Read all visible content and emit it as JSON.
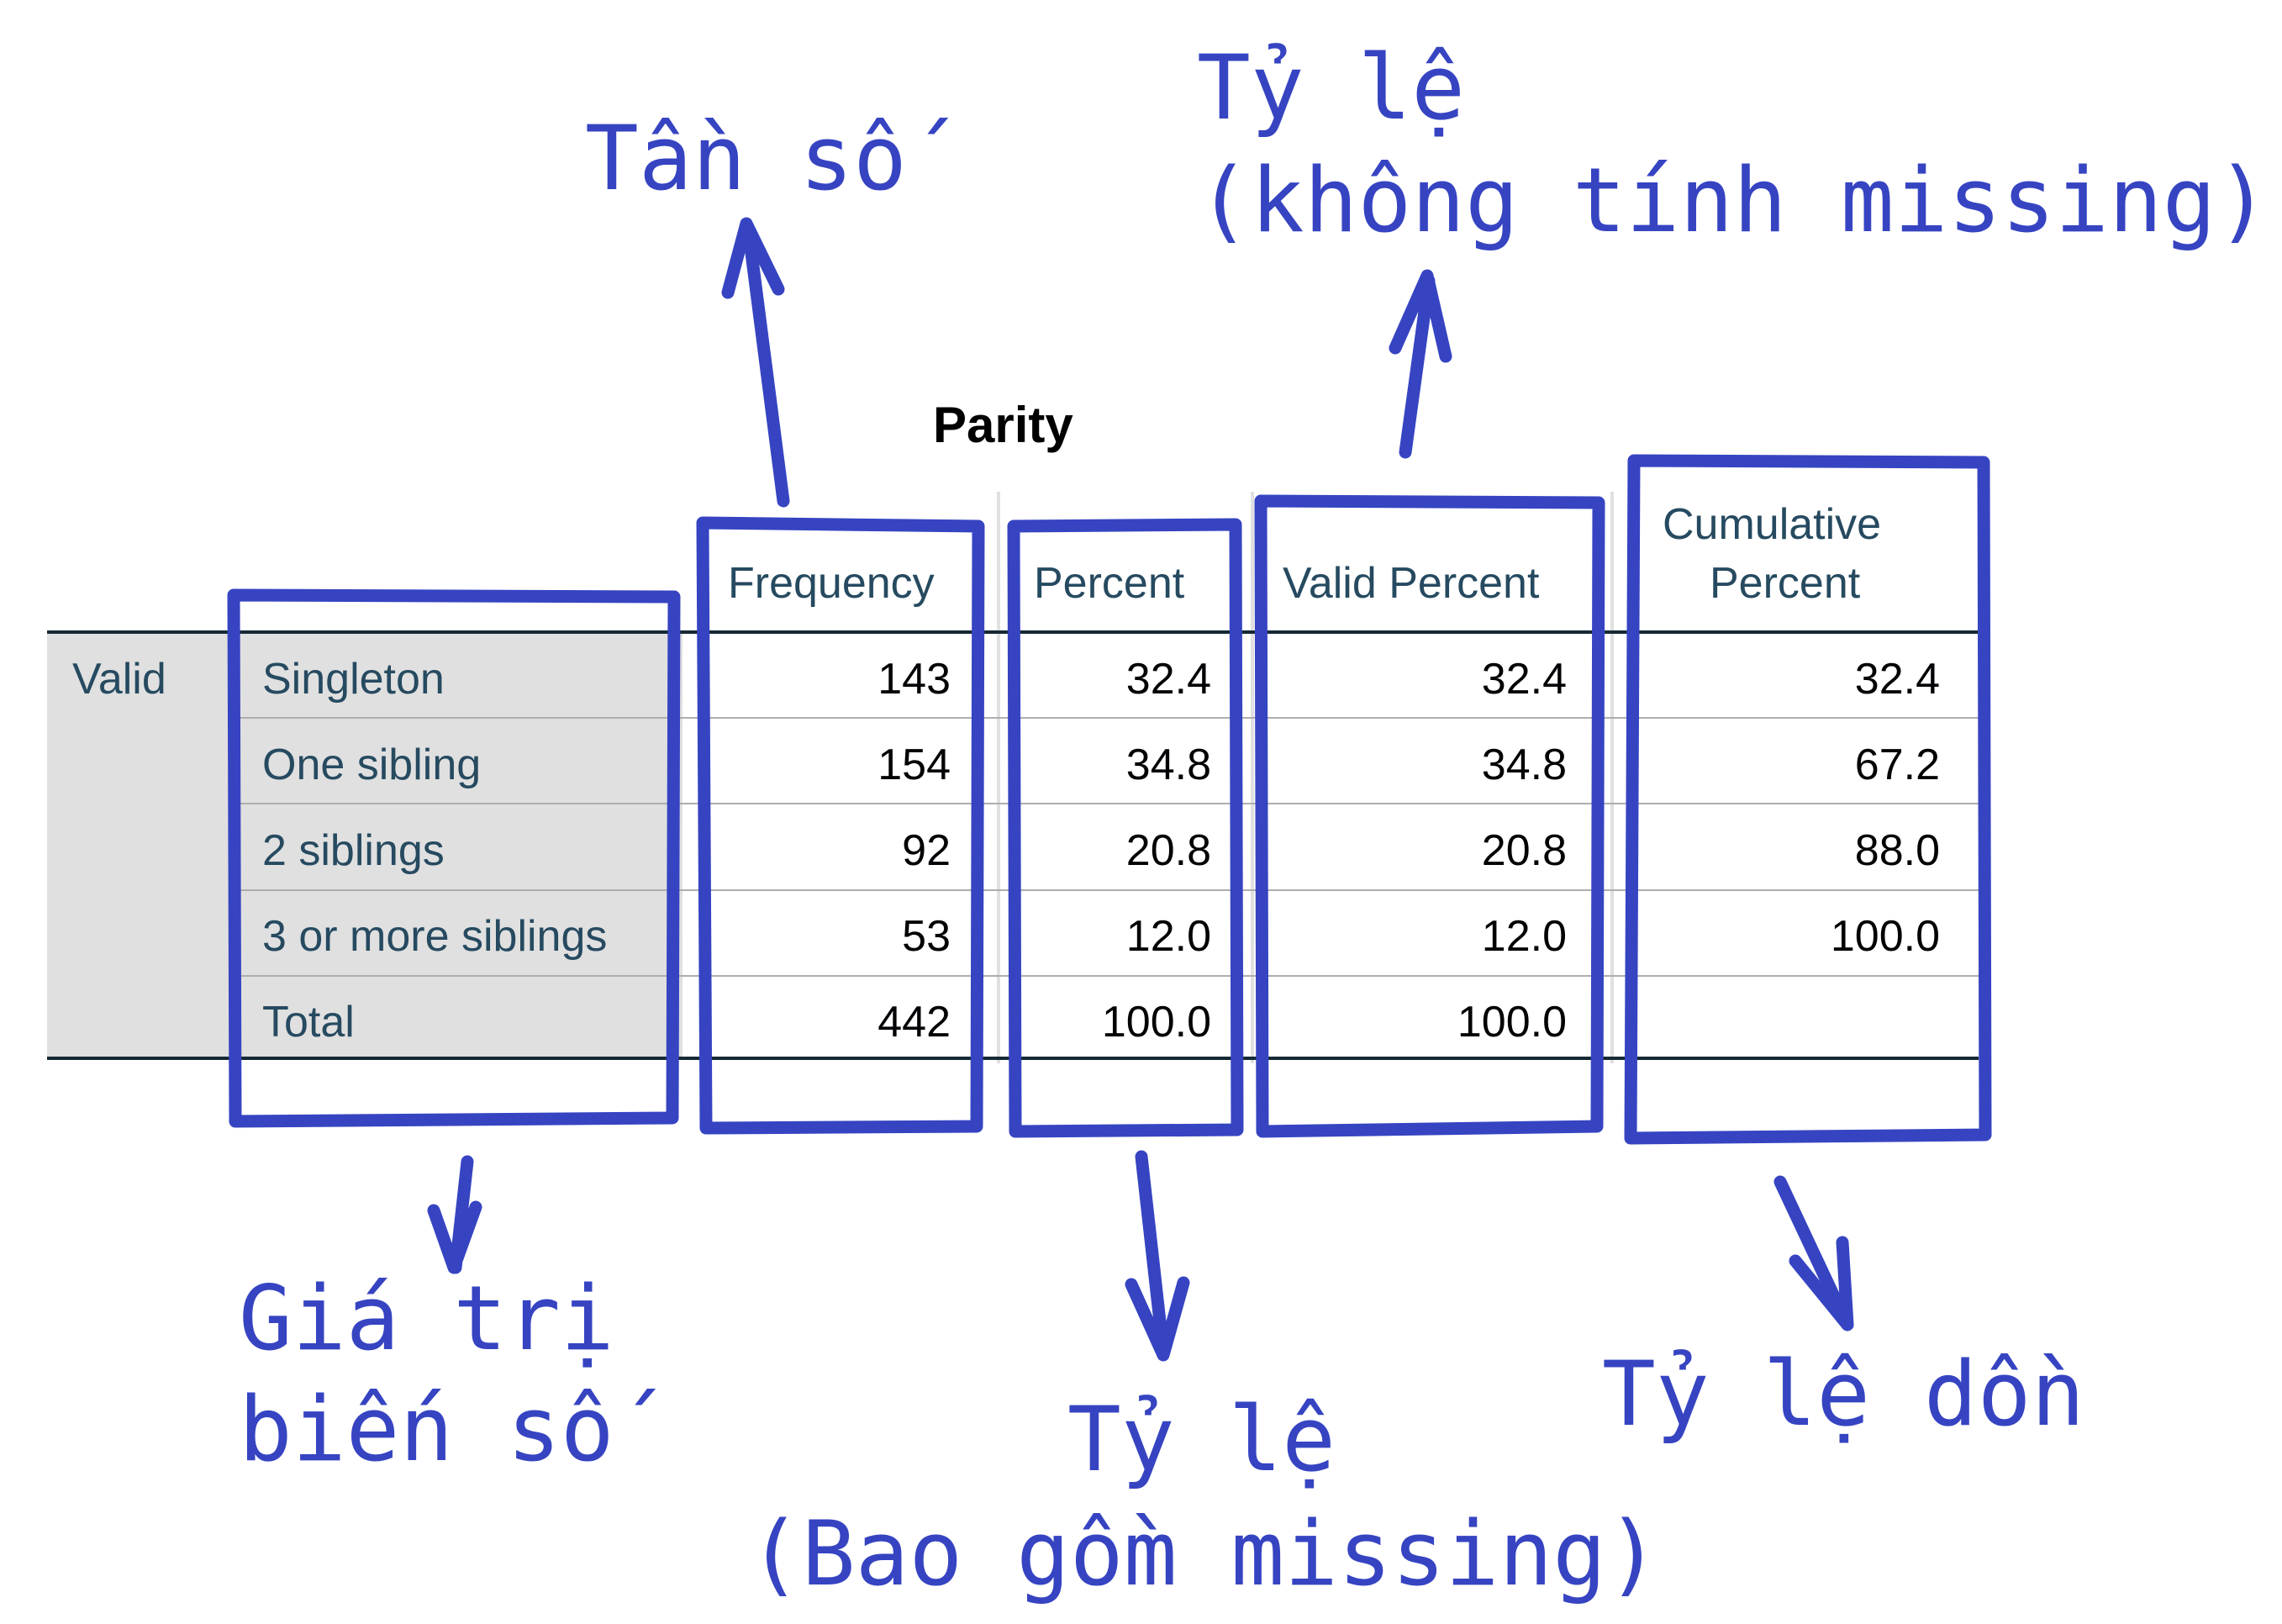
{
  "table": {
    "title": "Parity",
    "headers": {
      "frequency": "Frequency",
      "percent": "Percent",
      "valid_percent": "Valid Percent",
      "cumulative_line1": "Cumulative",
      "cumulative_line2": "Percent"
    },
    "group_label": "Valid",
    "rows": [
      {
        "label": "Singleton",
        "frequency": "143",
        "percent": "32.4",
        "valid_percent": "32.4",
        "cumulative": "32.4"
      },
      {
        "label": "One sibling",
        "frequency": "154",
        "percent": "34.8",
        "valid_percent": "34.8",
        "cumulative": "67.2"
      },
      {
        "label": "2 siblings",
        "frequency": "92",
        "percent": "20.8",
        "valid_percent": "20.8",
        "cumulative": "88.0"
      },
      {
        "label": "3 or more siblings",
        "frequency": "53",
        "percent": "12.0",
        "valid_percent": "12.0",
        "cumulative": "100.0"
      },
      {
        "label": "Total",
        "frequency": "442",
        "percent": "100.0",
        "valid_percent": "100.0",
        "cumulative": ""
      }
    ]
  },
  "annotations": {
    "frequency": "Tần số",
    "valid_line1": "Tỷ lệ",
    "valid_line2": "(không tính missing)",
    "values_line1": "Giá trị",
    "values_line2": "biến số",
    "percent_line1": "Tỷ lệ",
    "percent_line2": "(Bao gồm missing)",
    "cumulative": "Tỷ lệ dồn"
  },
  "colors": {
    "annotation": "#3644c2",
    "header_text": "#264a60",
    "row_label_bg": "#e0e0e0"
  }
}
